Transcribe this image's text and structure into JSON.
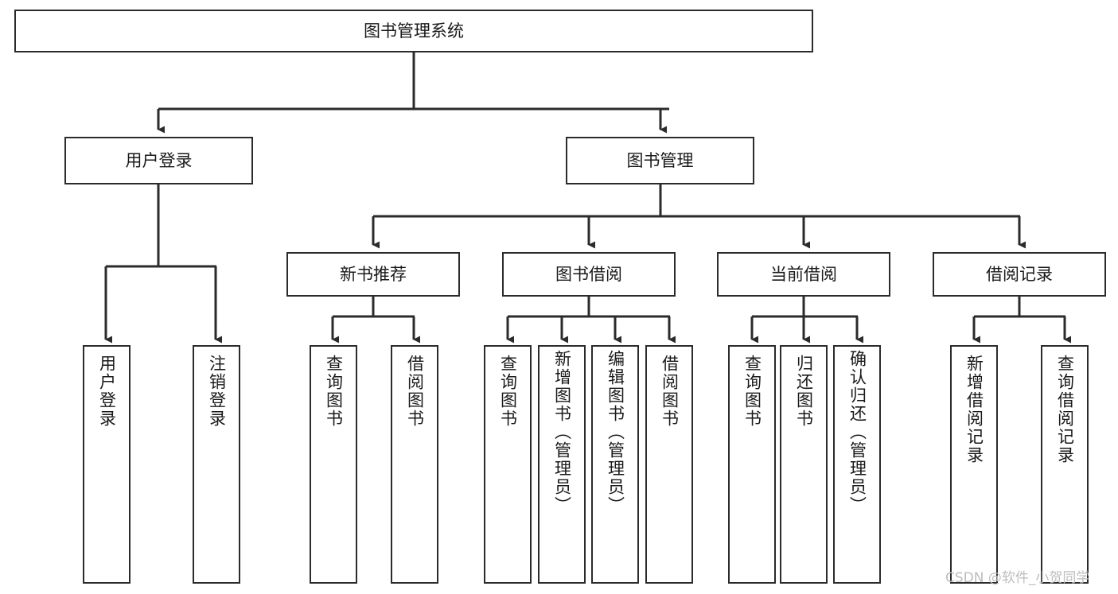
{
  "diagram": {
    "type": "tree-hierarchy",
    "title": "图书管理系统",
    "watermark": "CSDN @软件_小贺同学",
    "colors": {
      "box_border": "#2b2b2b",
      "box_fill": "#ffffff",
      "connector": "#2b2b2b",
      "text": "#1a1a1a",
      "watermark": "#bdbdbd",
      "background": "#ffffff"
    },
    "root": {
      "label": "图书管理系统"
    },
    "level2": [
      {
        "id": "user-login",
        "label": "用户登录"
      },
      {
        "id": "book-management",
        "label": "图书管理"
      }
    ],
    "level3": [
      {
        "id": "new-book-recommend",
        "label": "新书推荐",
        "parent": "book-management"
      },
      {
        "id": "book-borrow",
        "label": "图书借阅",
        "parent": "book-management"
      },
      {
        "id": "current-borrow",
        "label": "当前借阅",
        "parent": "book-management"
      },
      {
        "id": "borrow-record",
        "label": "借阅记录",
        "parent": "book-management"
      }
    ],
    "leaves": [
      {
        "id": "leaf-user-login",
        "label": "用户登录",
        "parent": "user-login"
      },
      {
        "id": "leaf-logout",
        "label": "注销登录",
        "parent": "user-login"
      },
      {
        "id": "leaf-query-book-1",
        "label": "查询图书",
        "parent": "new-book-recommend"
      },
      {
        "id": "leaf-borrow-book-1",
        "label": "借阅图书",
        "parent": "new-book-recommend"
      },
      {
        "id": "leaf-query-book-2",
        "label": "查询图书",
        "parent": "book-borrow"
      },
      {
        "id": "leaf-add-book",
        "label": "新增图书（管理员）",
        "parent": "book-borrow"
      },
      {
        "id": "leaf-edit-book",
        "label": "编辑图书（管理员）",
        "parent": "book-borrow"
      },
      {
        "id": "leaf-borrow-book-2",
        "label": "借阅图书",
        "parent": "book-borrow"
      },
      {
        "id": "leaf-query-book-3",
        "label": "查询图书",
        "parent": "current-borrow"
      },
      {
        "id": "leaf-return-book",
        "label": "归还图书",
        "parent": "current-borrow"
      },
      {
        "id": "leaf-confirm-return",
        "label": "确认归还（管理员）",
        "parent": "current-borrow"
      },
      {
        "id": "leaf-add-record",
        "label": "新增借阅记录",
        "parent": "borrow-record"
      },
      {
        "id": "leaf-query-record",
        "label": "查询借阅记录",
        "parent": "borrow-record"
      }
    ]
  }
}
